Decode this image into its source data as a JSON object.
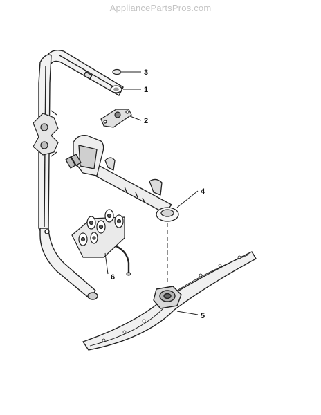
{
  "watermark": "AppliancePartsPros.com",
  "callouts": [
    {
      "id": "3",
      "label": "3"
    },
    {
      "id": "1",
      "label": "1"
    },
    {
      "id": "2",
      "label": "2"
    },
    {
      "id": "4",
      "label": "4"
    },
    {
      "id": "5",
      "label": "5"
    },
    {
      "id": "6",
      "label": "6"
    }
  ]
}
